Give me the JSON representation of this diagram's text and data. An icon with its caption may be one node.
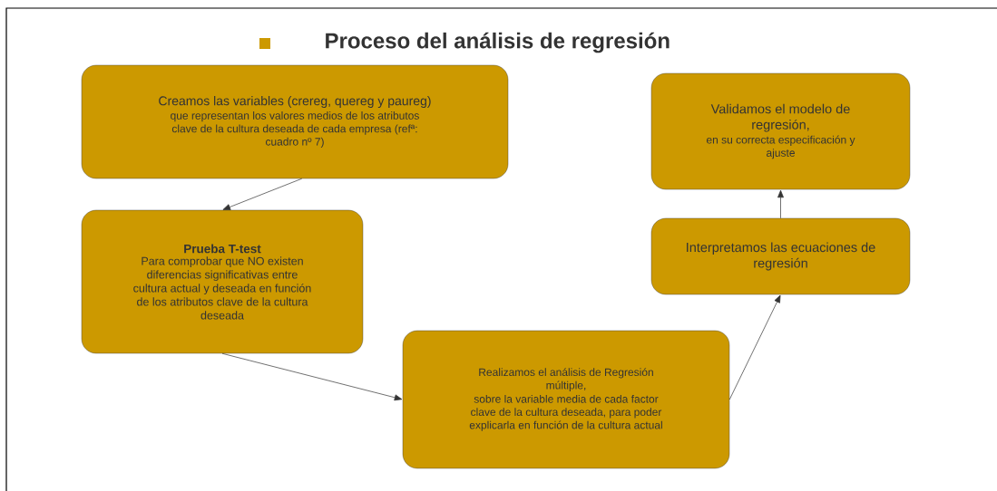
{
  "diagram": {
    "title": "Proceso del análisis de regresión",
    "nodes": [
      {
        "text": [
          "Creamos las variables (crereg, quereg y paureg)",
          "que representan los valores medios de los atributos clave de la cultura deseada de cada empresa (refª: cuadro nº 7)"
        ]
      },
      {
        "text": [
          "Prueba T-test",
          "Para comprobar que NO existen diferencias significativas entre cultura actual y deseada en función de los atributos clave de la cultura deseada"
        ]
      },
      {
        "text": [
          "Realizamos el análisis de Regresión múltiple,",
          "sobre la variable media de cada factor clave de la cultura deseada, para poder explicarla en función de la cultura actual"
        ]
      },
      {
        "text": [
          "Interpretamos las ecuaciones de regresión"
        ]
      },
      {
        "text": [
          "Validamos el modelo de regresión,",
          "en su correcta especificación y ajuste"
        ]
      }
    ],
    "edges": [
      {
        "from": 0,
        "to": 1,
        "arrow": "to"
      },
      {
        "from": 1,
        "to": 2,
        "arrow": "to"
      },
      {
        "from": 2,
        "to": 3,
        "arrow": "to"
      },
      {
        "from": 3,
        "to": 4,
        "arrow": "to"
      }
    ]
  }
}
